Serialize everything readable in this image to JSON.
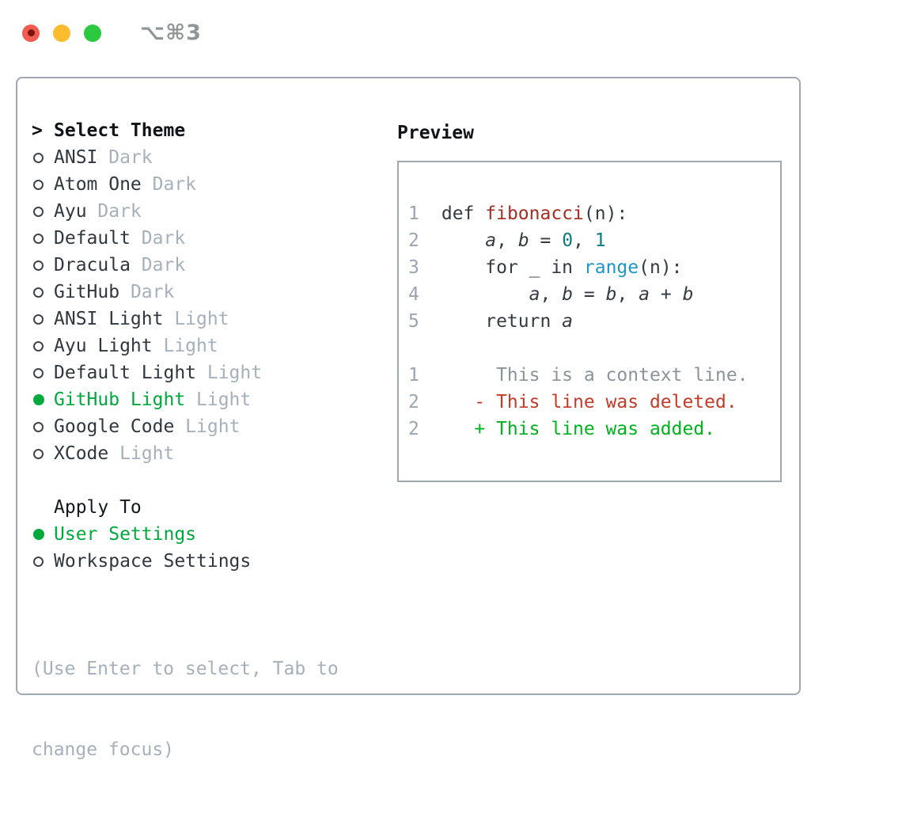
{
  "colors": {
    "green": "#00a93c",
    "traffic_red": "#f35a50",
    "traffic_red_dot": "#7a150e",
    "traffic_yellow": "#fcbc2e",
    "traffic_green": "#2ac93f",
    "border_gray": "#a0a8b2",
    "func_red": "#a62d22",
    "number_teal": "#0d7b80",
    "call_blue": "#1f96c9",
    "diff_deleted_red": "#c43a28",
    "diff_added_green": "#00b31e",
    "muted_gray": "#a6b0ba"
  },
  "window": {
    "title": "⌥⌘3"
  },
  "theme_panel": {
    "header": "Select Theme",
    "header_marker": ">",
    "themes": [
      {
        "name": "ANSI",
        "tag": "Dark",
        "selected": false
      },
      {
        "name": "Atom One",
        "tag": "Dark",
        "selected": false
      },
      {
        "name": "Ayu",
        "tag": "Dark",
        "selected": false
      },
      {
        "name": "Default",
        "tag": "Dark",
        "selected": false
      },
      {
        "name": "Dracula",
        "tag": "Dark",
        "selected": false
      },
      {
        "name": "GitHub",
        "tag": "Dark",
        "selected": false
      },
      {
        "name": "ANSI Light",
        "tag": "Light",
        "selected": false
      },
      {
        "name": "Ayu Light",
        "tag": "Light",
        "selected": false
      },
      {
        "name": "Default Light",
        "tag": "Light",
        "selected": false
      },
      {
        "name": "GitHub Light",
        "tag": "Light",
        "selected": true
      },
      {
        "name": "Google Code",
        "tag": "Light",
        "selected": false
      },
      {
        "name": "XCode",
        "tag": "Light",
        "selected": false
      }
    ],
    "apply_to": {
      "header": "Apply To",
      "options": [
        {
          "name": "User Settings",
          "selected": true
        },
        {
          "name": "Workspace Settings",
          "selected": false
        }
      ]
    },
    "hint_lines": [
      "(Use Enter to select, Tab to",
      "change focus)"
    ]
  },
  "preview": {
    "title": "Preview",
    "lines": [
      {
        "ln": "1",
        "segs": [
          [
            " def ",
            "t"
          ],
          [
            "fibonacci",
            "fn"
          ],
          [
            "(n):",
            "t"
          ]
        ]
      },
      {
        "ln": "2",
        "segs": [
          [
            "     ",
            "t"
          ],
          [
            "a",
            "v"
          ],
          [
            ", ",
            "t"
          ],
          [
            "b",
            "v"
          ],
          [
            " = ",
            "t"
          ],
          [
            "0",
            "num"
          ],
          [
            ", ",
            "t"
          ],
          [
            "1",
            "num"
          ]
        ]
      },
      {
        "ln": "3",
        "segs": [
          [
            "     for _ in ",
            "t"
          ],
          [
            "range",
            "call"
          ],
          [
            "(n):",
            "t"
          ]
        ]
      },
      {
        "ln": "4",
        "segs": [
          [
            "         ",
            "t"
          ],
          [
            "a",
            "v"
          ],
          [
            ", ",
            "t"
          ],
          [
            "b",
            "v"
          ],
          [
            " = ",
            "t"
          ],
          [
            "b",
            "v"
          ],
          [
            ", ",
            "t"
          ],
          [
            "a",
            "v"
          ],
          [
            " + ",
            "t"
          ],
          [
            "b",
            "v"
          ]
        ]
      },
      {
        "ln": "5",
        "segs": [
          [
            "     return ",
            "t"
          ],
          [
            "a",
            "v"
          ]
        ]
      },
      {
        "ln": "",
        "segs": []
      },
      {
        "ln": "1",
        "segs": [
          [
            "      This is a context line.",
            "ctx"
          ]
        ]
      },
      {
        "ln": "2",
        "segs": [
          [
            "    ",
            "t"
          ],
          [
            "- This line was deleted.",
            "del"
          ]
        ]
      },
      {
        "ln": "2",
        "segs": [
          [
            "    ",
            "t"
          ],
          [
            "+ This line was added.",
            "add"
          ]
        ]
      }
    ]
  }
}
